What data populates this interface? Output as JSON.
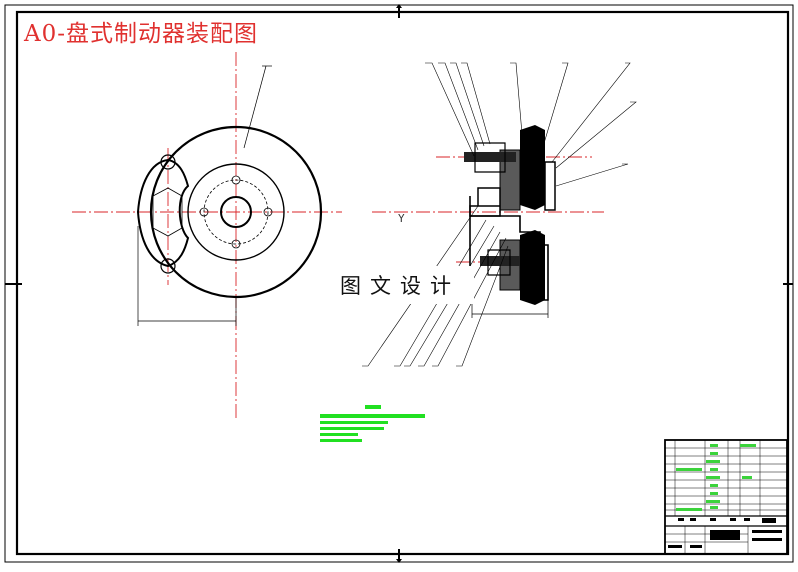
{
  "drawing": {
    "title": "A0-盘式制动器装配图",
    "watermark": "图文设计",
    "axis_marker": "Y"
  },
  "colors": {
    "outline": "#000000",
    "centerline": "#d9262a",
    "title": "#e0312f",
    "notes": "#21e021",
    "titleblock_text": "#3bd33b"
  }
}
